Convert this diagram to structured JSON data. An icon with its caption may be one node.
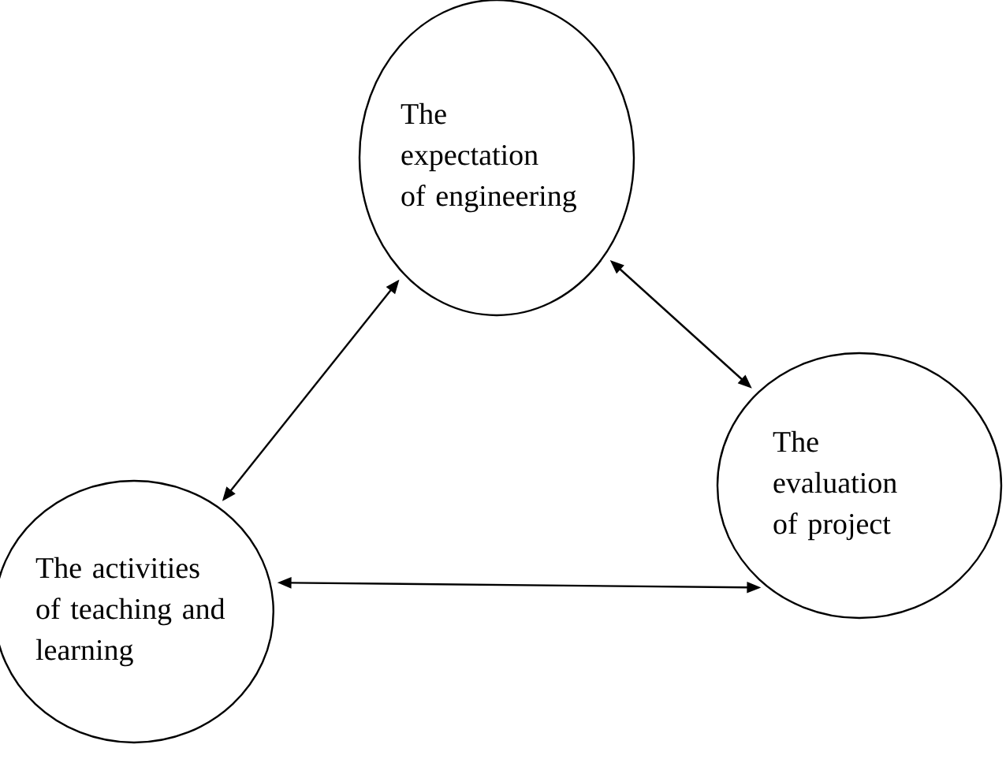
{
  "diagram": {
    "nodes": [
      {
        "text": [
          "The expectation of engineering"
        ]
      },
      {
        "text": [
          "The activities of teaching and learning"
        ]
      },
      {
        "text": [
          "The evaluation of project"
        ]
      }
    ],
    "edges": [
      {
        "from": 1,
        "to": 0,
        "arrow": "both"
      },
      {
        "from": 0,
        "to": 2,
        "arrow": "both"
      },
      {
        "from": 1,
        "to": 2,
        "arrow": "both"
      }
    ]
  }
}
